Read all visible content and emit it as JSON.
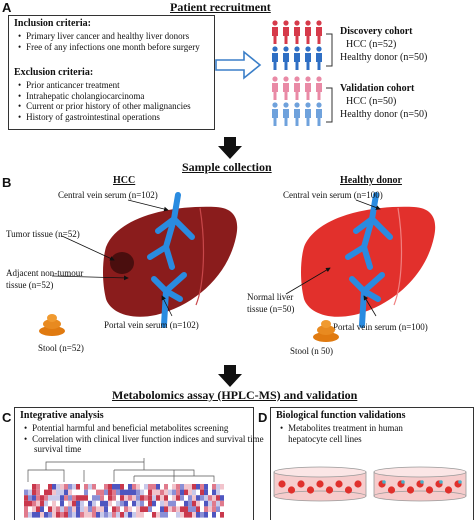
{
  "panel_a": {
    "letter": "A",
    "title": "Patient recruitment",
    "inclusion": {
      "title": "Inclusion criteria:",
      "items": [
        "Primary liver cancer and healthy liver donors",
        "Free of any infections one month before surgery"
      ]
    },
    "exclusion": {
      "title": "Exclusion criteria:",
      "items": [
        "Prior anticancer treatment",
        "Intrahepatic cholangiocarcinoma",
        "Current or prior history of other malignancies",
        "History of gastrointestinal operations"
      ]
    },
    "discovery": {
      "title": "Discovery cohort",
      "hcc": "HCC  (n=52)",
      "healthy": "Healthy donor (n=50)"
    },
    "validation": {
      "title": "Validation cohort",
      "hcc": "HCC  (n=50)",
      "healthy": "Healthy donor (n=50)"
    }
  },
  "panel_b": {
    "letter": "B",
    "title": "Sample collection",
    "hcc": {
      "title": "HCC",
      "central": "Central vein serum (n=102)",
      "tumor": "Tumor tissue (n=52)",
      "adjacent_1": "Adjacent non-tumour",
      "adjacent_2": "tissue (n=52)",
      "portal": "Portal vein serum (n=102)",
      "stool": "Stool (n=52)"
    },
    "healthy": {
      "title": "Healthy donor",
      "central": "Central vein serum (n=100)",
      "normal_1": "Normal liver",
      "normal_2": "tissue (n=50)",
      "portal": "Portal vein serum (n=100)",
      "stool": "Stool (n  50)"
    }
  },
  "metabolomics_title": "Metabolomics assay (HPLC-MS) and validation",
  "panel_c": {
    "letter": "C",
    "title": "Integrative analysis",
    "items": [
      "Potential harmful and beneficial metabolites screening",
      "Correlation with clinical liver function indices and survival time"
    ]
  },
  "panel_d": {
    "letter": "D",
    "title": "Biological function validations",
    "items": [
      "Metabolites treatment in human hepatocyte cell lines"
    ]
  },
  "colors": {
    "hcc_liver": "#8a1c1c",
    "healthy_liver": "#e2302c",
    "vein": "#2a8be0",
    "person_red": "#d63a4a",
    "person_blue": "#2f6fc4",
    "person_pink": "#e98aa6",
    "person_lightblue": "#6fa2dc",
    "arrow_outline": "#3b7fc8",
    "stool": "#e07a10"
  }
}
